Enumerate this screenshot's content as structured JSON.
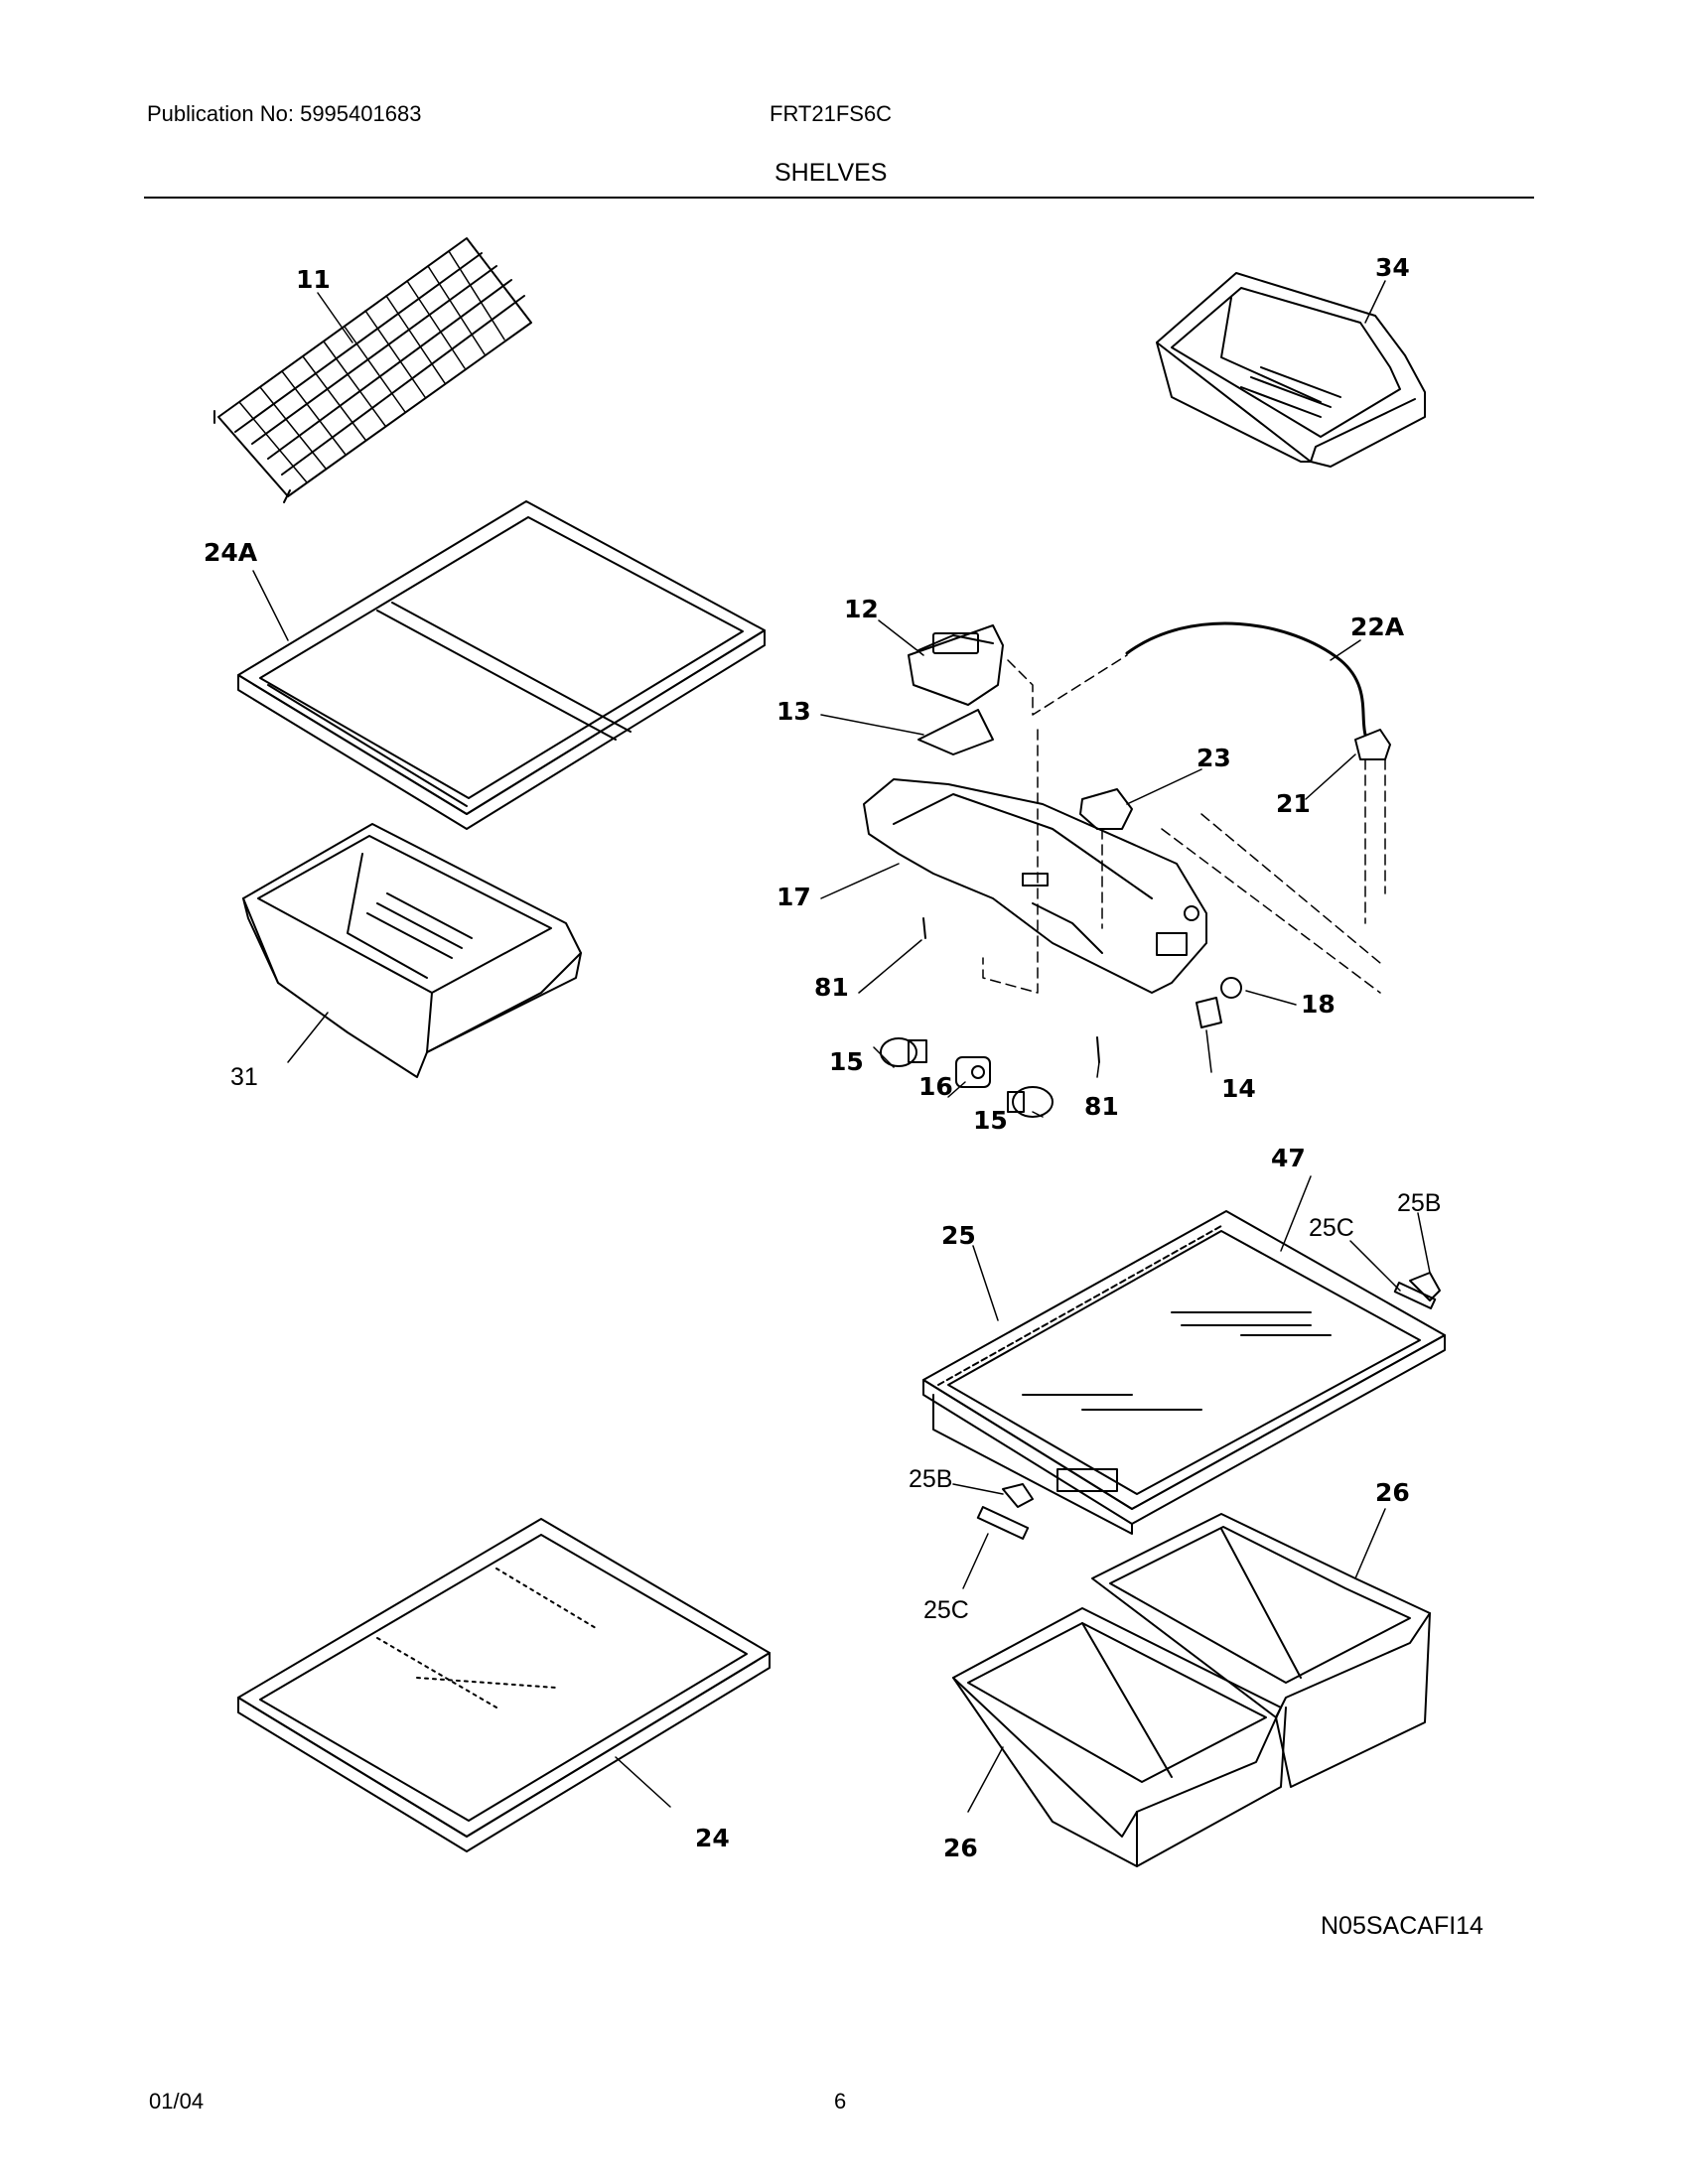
{
  "header": {
    "publication": "Publication No: 5995401683",
    "model": "FRT21FS6C",
    "section_title": "SHELVES"
  },
  "part_labels": {
    "p11": "11",
    "p34": "34",
    "p24A": "24A",
    "p12": "12",
    "p22A": "22A",
    "p13": "13",
    "p23": "23",
    "p21": "21",
    "p17": "17",
    "p81a": "81",
    "p18": "18",
    "p15a": "15",
    "p16": "16",
    "p14": "14",
    "p81b": "81",
    "p15b": "15",
    "p31": "31",
    "p47": "47",
    "p25B_top": "25B",
    "p25C_top": "25C",
    "p25": "25",
    "p25B_bottom": "25B",
    "p26_top": "26",
    "p25C_bottom": "25C",
    "p24": "24",
    "p26_bottom": "26"
  },
  "diagram_code": "N05SACAFI14",
  "footer": {
    "date": "01/04",
    "page": "6"
  }
}
